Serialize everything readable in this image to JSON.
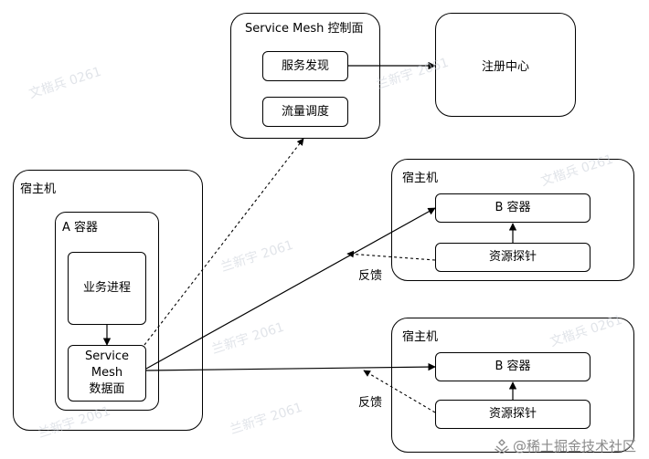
{
  "nodes": {
    "control_plane": {
      "title": "Service Mesh 控制面"
    },
    "service_discovery": {
      "label": "服务发现"
    },
    "traffic_scheduling": {
      "label": "流量调度"
    },
    "registry": {
      "label": "注册中心"
    },
    "host_a": {
      "title": "宿主机"
    },
    "container_a": {
      "title": "A 容器"
    },
    "business_process": {
      "label": "业务进程"
    },
    "data_plane": {
      "line1": "Service",
      "line2": "Mesh",
      "line3": "数据面"
    },
    "host_b1": {
      "title": "宿主机"
    },
    "container_b1": {
      "label": "B 容器"
    },
    "probe_b1": {
      "label": "资源探针"
    },
    "host_b2": {
      "title": "宿主机"
    },
    "container_b2": {
      "label": "B 容器"
    },
    "probe_b2": {
      "label": "资源探针"
    }
  },
  "edges": {
    "feedback_1": "反馈",
    "feedback_2": "反馈"
  },
  "watermark": {
    "brand": "@稀土掘金技术社区"
  }
}
